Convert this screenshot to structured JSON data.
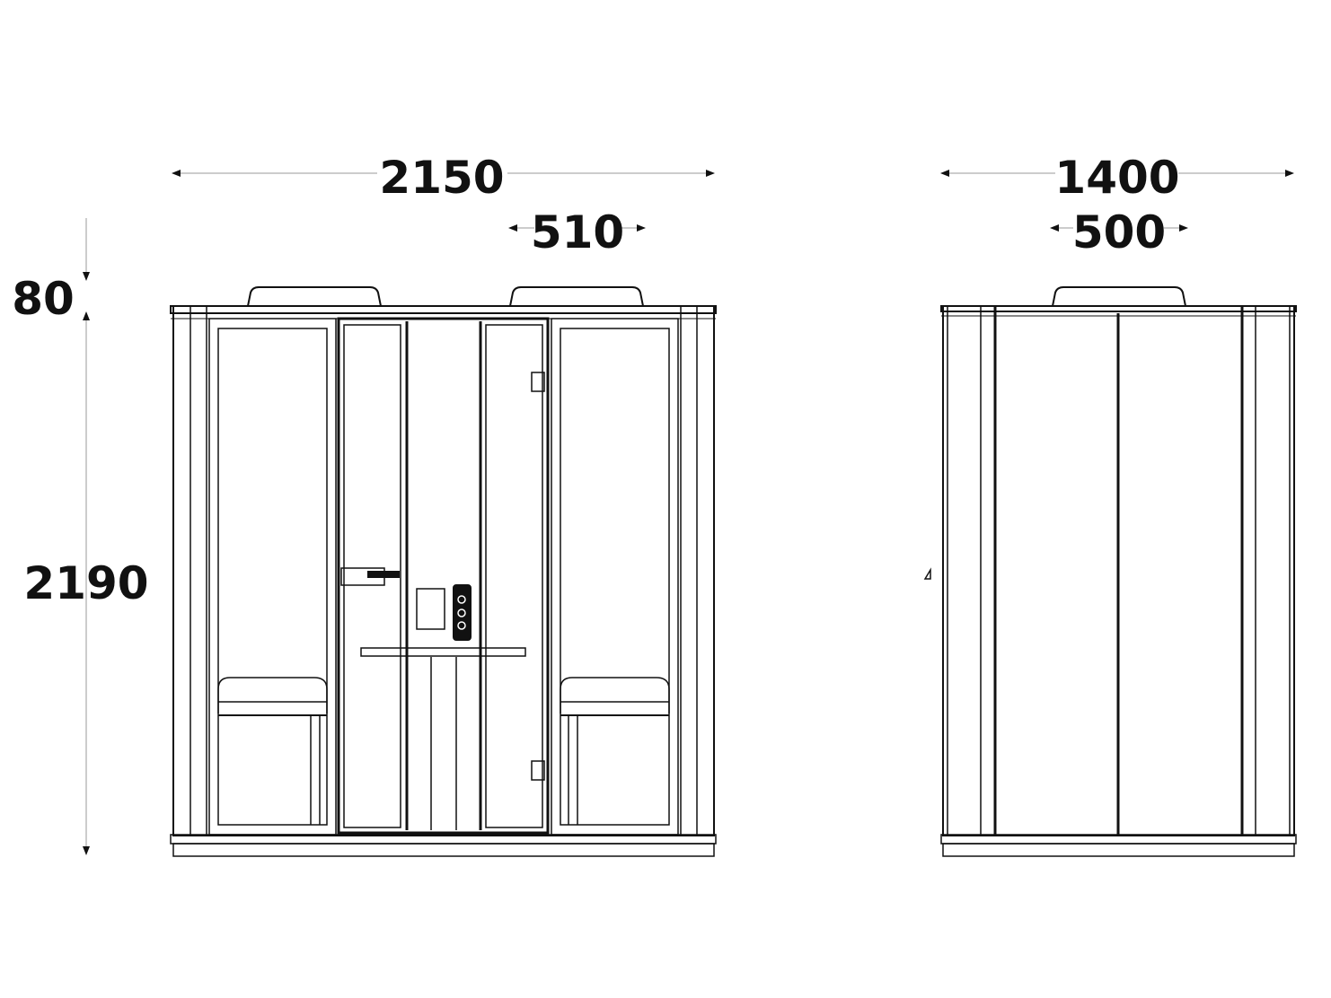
{
  "diagram": {
    "type": "dimensioned elevation drawing",
    "front_view": {
      "width_label": "2150",
      "module_label": "510"
    },
    "side_view": {
      "depth_label": "1400",
      "module_label": "500"
    },
    "height": {
      "roof_label": "80",
      "body_label": "2190"
    },
    "stroke_color": "#111111",
    "background": "#ffffff"
  }
}
